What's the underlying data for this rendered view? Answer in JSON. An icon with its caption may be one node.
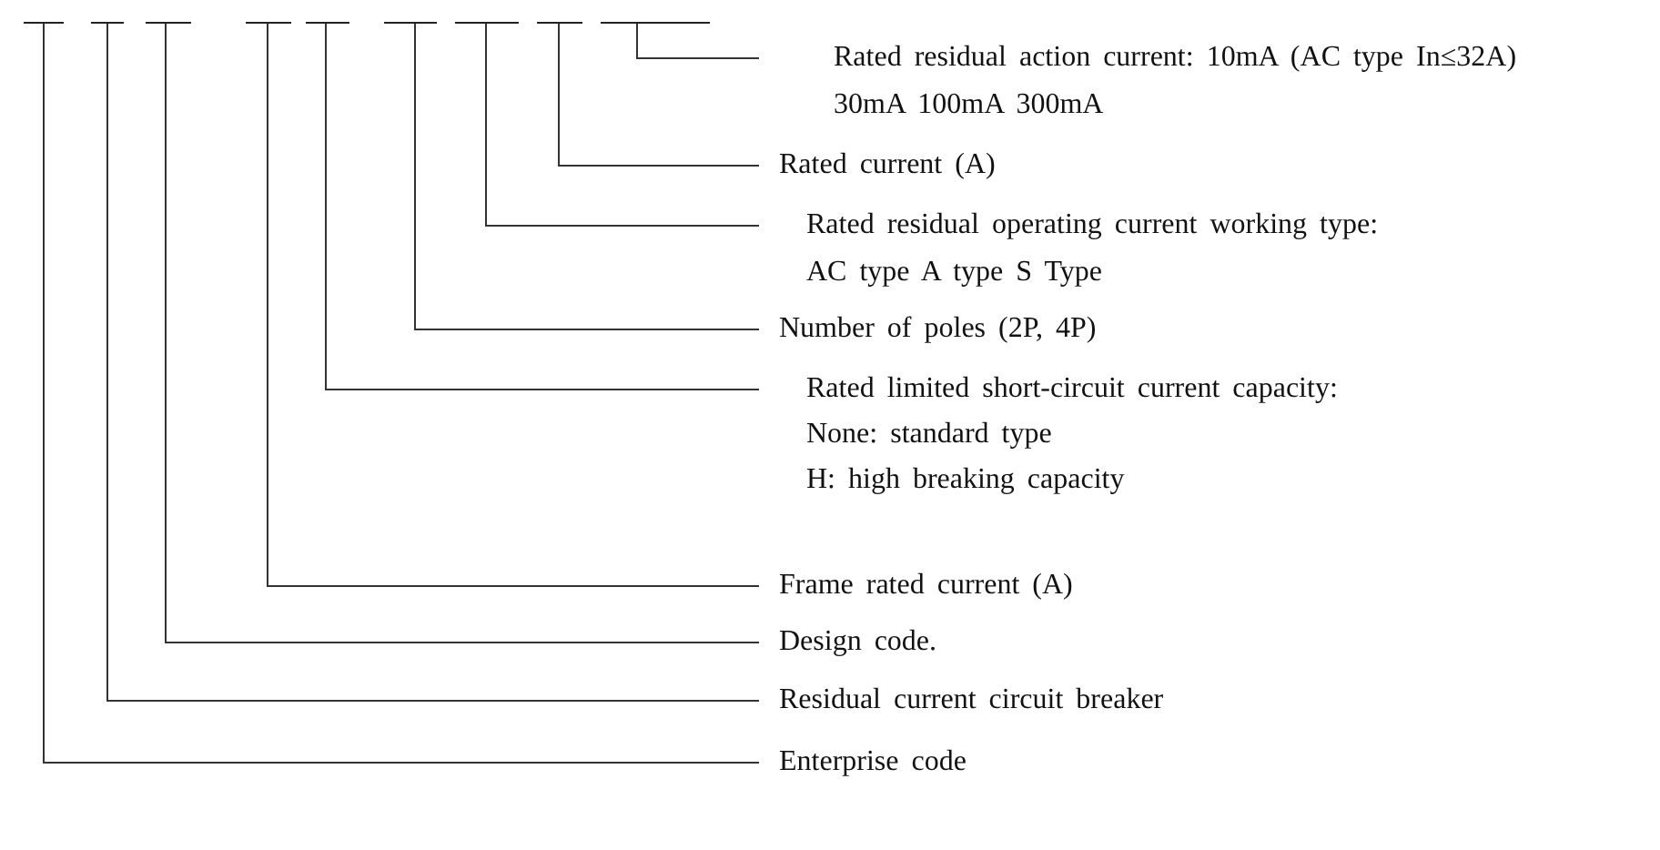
{
  "diagram": {
    "nodes": [
      {
        "text": [],
        "shape": "bar"
      },
      {
        "text": [],
        "shape": "bar"
      },
      {
        "text": [],
        "shape": "bar"
      },
      {
        "text": [],
        "shape": "bar"
      },
      {
        "text": [],
        "shape": "bar"
      },
      {
        "text": [],
        "shape": "bar"
      },
      {
        "text": [],
        "shape": "bar"
      },
      {
        "text": [],
        "shape": "bar"
      },
      {
        "text": [],
        "shape": "bar"
      },
      {
        "text": [
          "Rated residual action current: 10mA (AC type In≤32A)",
          "30mA 100mA 300mA"
        ]
      },
      {
        "text": [
          "Rated current (A)"
        ]
      },
      {
        "text": [
          "Rated residual operating current working type:",
          "AC type A type S Type"
        ]
      },
      {
        "text": [
          "Number of poles (2P, 4P)"
        ]
      },
      {
        "text": [
          "Rated limited short-circuit current capacity:",
          "None: standard type",
          "H: high breaking capacity"
        ]
      },
      {
        "text": [
          "Frame rated current (A)"
        ]
      },
      {
        "text": [
          "Design code."
        ]
      },
      {
        "text": [
          "Residual current circuit breaker"
        ]
      },
      {
        "text": [
          "Enterprise code"
        ]
      }
    ],
    "edges": [
      {
        "from": 9,
        "to": 8,
        "arrow": "none"
      },
      {
        "from": 10,
        "to": 7,
        "arrow": "none"
      },
      {
        "from": 11,
        "to": 6,
        "arrow": "none"
      },
      {
        "from": 12,
        "to": 5,
        "arrow": "none"
      },
      {
        "from": 13,
        "to": 4,
        "arrow": "none"
      },
      {
        "from": 14,
        "to": 3,
        "arrow": "none"
      },
      {
        "from": 15,
        "to": 2,
        "arrow": "none"
      },
      {
        "from": 16,
        "to": 1,
        "arrow": "none"
      },
      {
        "from": 17,
        "to": 0,
        "arrow": "none"
      }
    ]
  }
}
